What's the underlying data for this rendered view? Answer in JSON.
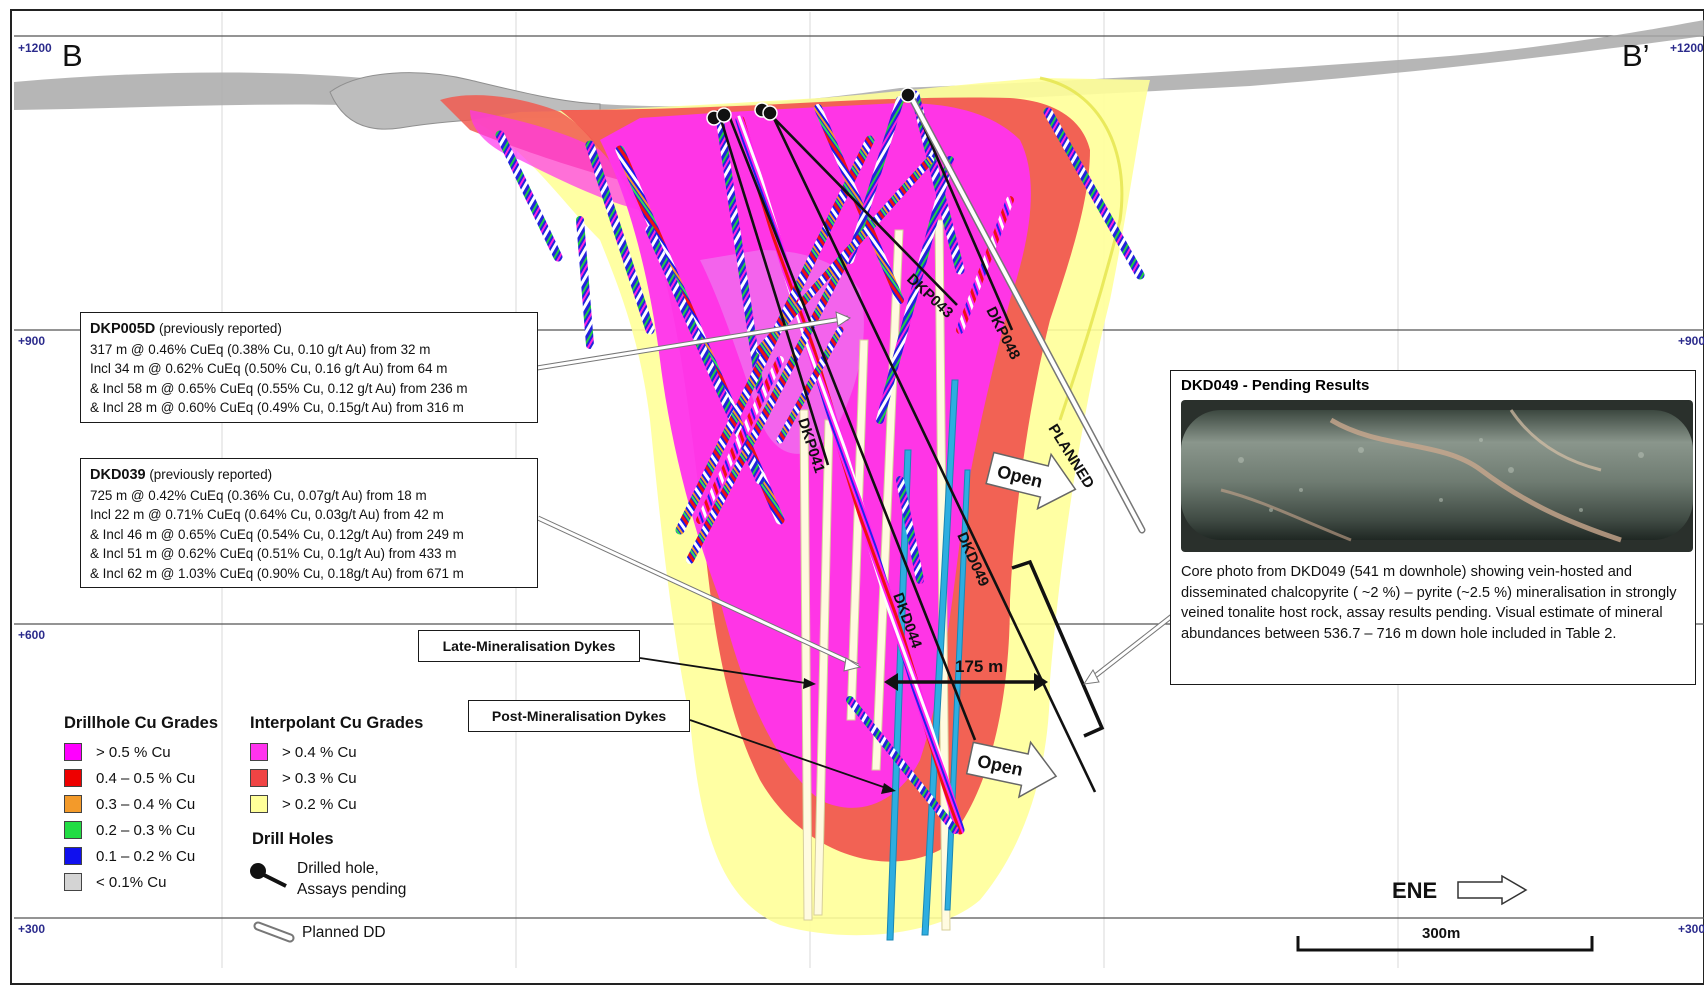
{
  "section": {
    "left_label": "B",
    "right_label": "B’",
    "elevations": [
      "+1200",
      "+900",
      "+600",
      "+300"
    ],
    "direction": "ENE",
    "scale_label": "300m",
    "distance_label": "175 m",
    "open_labels": [
      "Open",
      "Open"
    ],
    "hole_labels": [
      "DKP043",
      "DKP048",
      "DKP041",
      "DKD049",
      "DKD044",
      "PLANNED"
    ]
  },
  "boxes": {
    "dkp005d": {
      "title": "DKP005D",
      "note": "(previously reported)",
      "lines": [
        "317 m @ 0.46% CuEq (0.38% Cu, 0.10 g/t Au) from 32 m",
        "Incl 34 m @ 0.62% CuEq (0.50% Cu, 0.16 g/t Au) from 64 m",
        "& Incl 58 m @ 0.65% CuEq (0.55% Cu, 0.12 g/t Au) from 236 m",
        "& Incl 28 m @ 0.60% CuEq (0.49% Cu, 0.15g/t Au) from 316 m"
      ]
    },
    "dkd039": {
      "title": "DKD039",
      "note": "(previously reported)",
      "lines": [
        "725 m @ 0.42% CuEq (0.36% Cu, 0.07g/t Au) from 18 m",
        "Incl 22 m @ 0.71% CuEq (0.64% Cu, 0.03g/t Au) from 42 m",
        "& Incl 46 m @ 0.65% CuEq (0.54% Cu, 0.12g/t Au) from 249 m",
        "& Incl 51 m @ 0.62% CuEq (0.51% Cu, 0.1g/t Au) from 433 m",
        "& Incl 62 m @ 1.03% CuEq (0.90% Cu, 0.18g/t Au) from 671 m"
      ]
    },
    "late_dykes": "Late-Mineralisation Dykes",
    "post_dykes": "Post-Mineralisation Dykes",
    "pending": {
      "title": "DKD049 - Pending Results",
      "caption": "Core photo from DKD049 (541 m downhole) showing vein-hosted and disseminated chalcopyrite ( ~2 %) – pyrite (~2.5 %) mineralisation in strongly veined tonalite host rock, assay results pending. Visual estimate of mineral abundances between 536.7 – 716 m down hole included in Table 2."
    }
  },
  "legend": {
    "drillhole": {
      "title": "Drillhole Cu Grades",
      "items": [
        {
          "label": "> 0.5 % Cu",
          "color": "#ff00ff"
        },
        {
          "label": "0.4 – 0.5 % Cu",
          "color": "#ee0000"
        },
        {
          "label": "0.3 – 0.4 % Cu",
          "color": "#f39a2a"
        },
        {
          "label": "0.2 – 0.3 % Cu",
          "color": "#22dd44"
        },
        {
          "label": "0.1 – 0.2 % Cu",
          "color": "#1010ee"
        },
        {
          "label": "< 0.1% Cu",
          "color": "#d4d4d4"
        }
      ]
    },
    "interpolant": {
      "title": "Interpolant Cu Grades",
      "items": [
        {
          "label": "> 0.4 % Cu",
          "color": "#ff33ee"
        },
        {
          "label": "> 0.3 % Cu",
          "color": "#f04444"
        },
        {
          "label": "> 0.2 % Cu",
          "color": "#ffff99"
        }
      ]
    },
    "holes": {
      "title": "Drill Holes",
      "drilled": "Drilled hole,",
      "pending": "Assays pending",
      "planned": "Planned DD"
    }
  }
}
